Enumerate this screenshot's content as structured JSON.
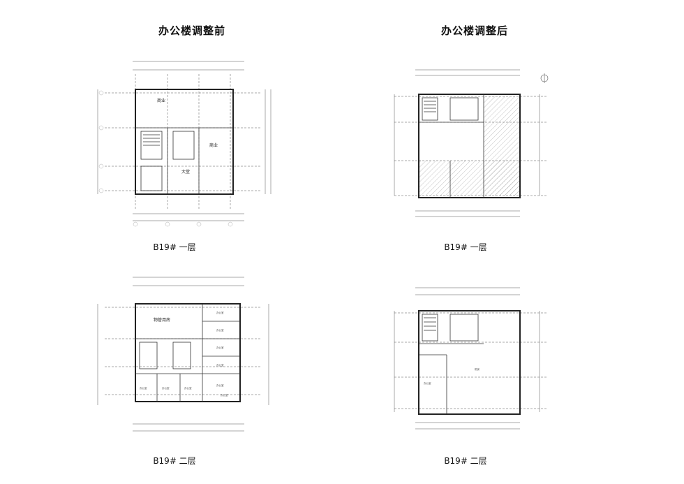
{
  "headings": {
    "before": "办公楼调整前",
    "after": "办公楼调整后"
  },
  "captions": {
    "before_floor1": "B19# 一层",
    "after_floor1": "B19# 一层",
    "before_floor2": "B19# 二层",
    "after_floor2": "B19# 二层"
  },
  "plans": {
    "before_floor1": {
      "room_labels": [
        "商业",
        "商业",
        "大堂"
      ]
    },
    "before_floor2": {
      "room_labels": [
        "物管用房",
        "办公室",
        "办公室",
        "办公室",
        "办公室",
        "办公室",
        "办公室",
        "办公室",
        "办公室",
        "办公室"
      ]
    },
    "after_floor1": {
      "room_labels": []
    },
    "after_floor2": {
      "room_labels": [
        "办公室",
        "机房"
      ]
    }
  },
  "colors": {
    "line": "#333333",
    "hatch": "#9a9a9a",
    "background": "#ffffff"
  }
}
